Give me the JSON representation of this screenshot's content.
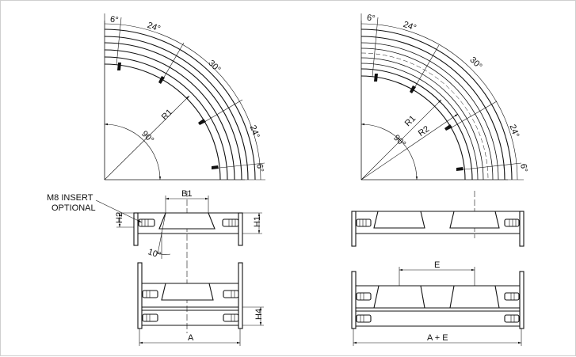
{
  "left_view": {
    "angles": {
      "a1": "6°",
      "a2": "24°",
      "a3": "30°",
      "a4": "24°",
      "a5": "6°",
      "center": "90°"
    },
    "radius_label": "R1",
    "callout": {
      "line1": "M8 INSERT",
      "line2": "OPTIONAL"
    },
    "dims": {
      "b1": "B1",
      "h1": "H1",
      "h2": "H2",
      "h4": "H4",
      "tilt": "10°",
      "a": "A"
    }
  },
  "right_view": {
    "angles": {
      "a1": "6°",
      "a2": "24°",
      "a3": "30°",
      "a4": "24°",
      "a5": "6°",
      "center": "90°"
    },
    "radius_labels": {
      "r1": "R1",
      "r2": "R2"
    },
    "dims": {
      "e": "E",
      "ae": "A + E"
    }
  }
}
